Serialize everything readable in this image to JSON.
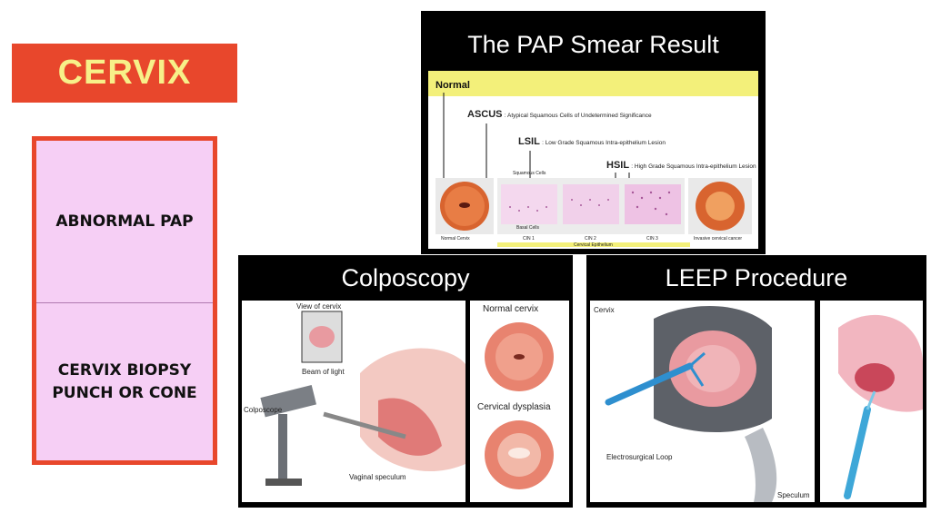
{
  "title": "CERVIX",
  "steps": [
    "ABNORMAL PAP",
    "CERVIX BIOPSY PUNCH OR CONE"
  ],
  "step_lines": [
    [
      "ABNORMAL PAP"
    ],
    [
      "CERVIX BIOPSY",
      "PUNCH OR CONE"
    ]
  ],
  "pap_panel": {
    "title": "The PAP Smear Result",
    "normal": "Normal",
    "ascus_abbr": "ASCUS",
    "ascus_text": ": Atypical Squamous Cells of Undetermined Significance",
    "lsil_abbr": "LSIL",
    "lsil_text": ": Low Grade Squamous Intra-epithelium Lesion",
    "hsil_abbr": "HSIL",
    "hsil_text": ": High Grade Squamous Intra-epithelium Lesion",
    "squamous_cells": "Squamous Cells",
    "basal_cells": "Basal Cells",
    "stages": [
      "Normal Cervix",
      "CIN 1",
      "CIN 2",
      "CIN 3",
      "Invasive cervical cancer"
    ],
    "epithelium": "Cervical Epithelium"
  },
  "colposcopy_panel": {
    "title": "Colposcopy",
    "view_of_cervix": "View of cervix",
    "beam_of_light": "Beam of light",
    "colposcope": "Colposcope",
    "vaginal_speculum": "Vaginal speculum",
    "normal_cervix": "Normal cervix",
    "cervical_dysplasia": "Cervical dysplasia"
  },
  "leep_panel": {
    "title": "LEEP Procedure",
    "cervix": "Cervix",
    "loop": "Electrosurgical Loop",
    "speculum": "Speculum"
  },
  "colors": {
    "accent_red": "#e8472c",
    "title_yellow": "#f7f089",
    "steps_pink": "#f6cff5",
    "pap_banner_yellow": "#f3f07a"
  }
}
